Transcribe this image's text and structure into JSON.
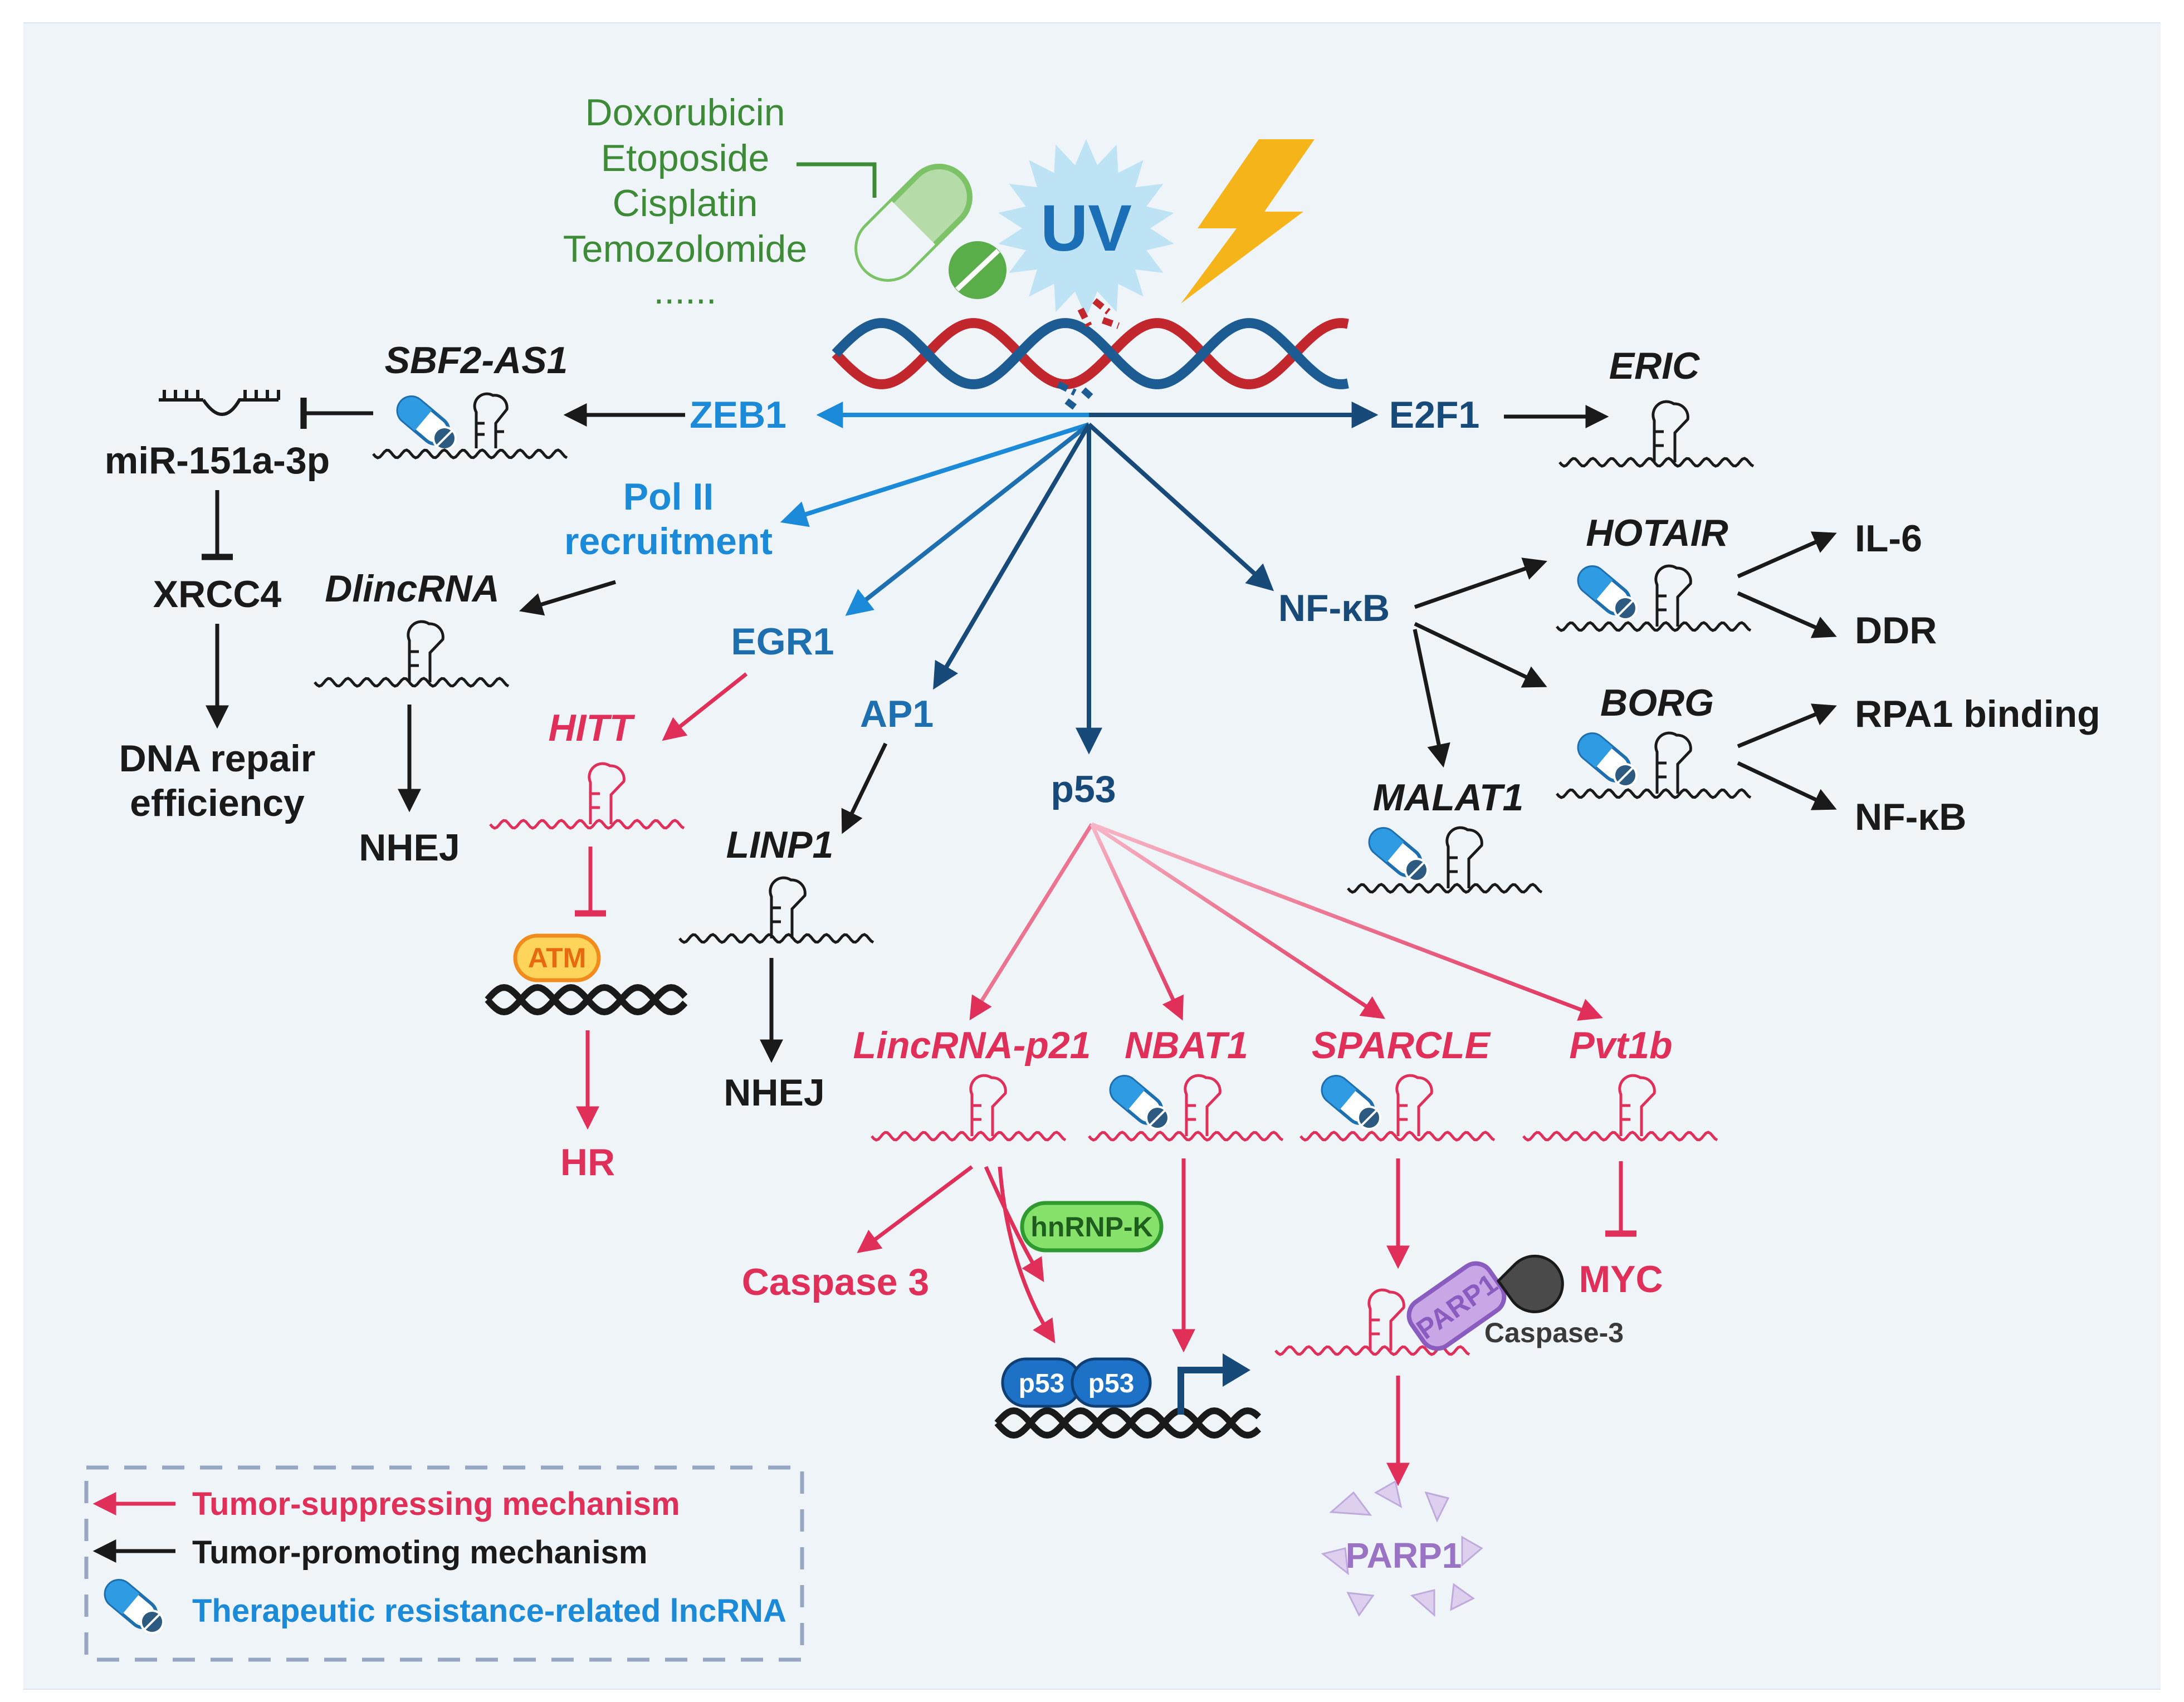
{
  "drugs": [
    "Doxorubicin",
    "Etoposide",
    "Cisplatin",
    "Temozolomide",
    "......"
  ],
  "uv_label": "UV",
  "nodes": {
    "zeb1": "ZEB1",
    "e2f1": "E2F1",
    "pol2_line1": "Pol II",
    "pol2_line2": "recruitment",
    "egr1": "EGR1",
    "ap1": "AP1",
    "p53": "p53",
    "nfkb": "NF-κB"
  },
  "lncrnas": {
    "sbf2": "SBF2-AS1",
    "eric": "ERIC",
    "dlincrna": "DlincRNA",
    "hitt": "HITT",
    "linp1": "LINP1",
    "hotair": "HOTAIR",
    "borg": "BORG",
    "malat1": "MALAT1",
    "lincp21": "LincRNA-p21",
    "nbat1": "NBAT1",
    "sparcle": "SPARCLE",
    "pvt1b": "Pvt1b"
  },
  "targets": {
    "mir": "miR-151a-3p",
    "xrcc4": "XRCC4",
    "dna_repair_1": "DNA repair",
    "dna_repair_2": "efficiency",
    "nhej": "NHEJ",
    "atm": "ATM",
    "hr": "HR",
    "il6": "IL-6",
    "ddr": "DDR",
    "rpa1": "RPA1 binding",
    "nfkb2": "NF-κB",
    "caspase3": "Caspase 3",
    "hnrnpk": "hnRNP-K",
    "p53_dimer": "p53",
    "myc": "MYC",
    "parp1_bound": "PARP1",
    "caspase3_enzyme": "Caspase-3",
    "parp1_cleaved": "PARP1"
  },
  "legend": {
    "suppress": "Tumor-suppressing mechanism",
    "promote": "Tumor-promoting mechanism",
    "resist": "Therapeutic resistance-related lncRNA"
  },
  "colors": {
    "suppress": "#e0305a",
    "promote": "#1a1a1a",
    "resist": "#1b8ad8",
    "navy": "#174a79",
    "drug_green": "#3d8b37"
  }
}
